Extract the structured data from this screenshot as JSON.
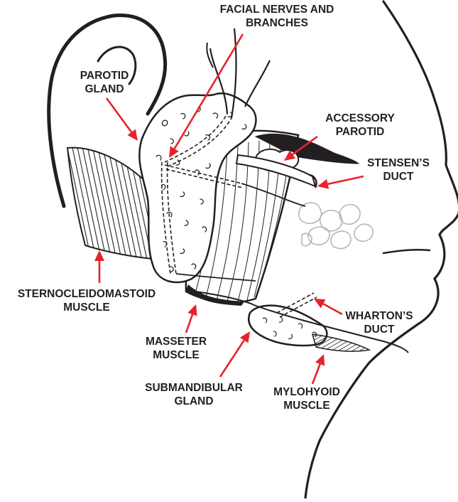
{
  "labels": {
    "facial_nerves": [
      "FACIAL NERVES AND",
      "BRANCHES"
    ],
    "parotid_gland": [
      "PAROTID",
      "GLAND"
    ],
    "accessory_parotid": [
      "ACCESSORY",
      "PAROTID"
    ],
    "stensens_duct": [
      "STENSEN’S",
      "DUCT"
    ],
    "sternocleidomastoid": [
      "STERNOCLEIDOMASTOID",
      "MUSCLE"
    ],
    "whartons_duct": [
      "WHARTON’S",
      "DUCT"
    ],
    "masseter": [
      "MASSETER",
      "MUSCLE"
    ],
    "submandibular": [
      "SUBMANDIBULAR",
      "GLAND"
    ],
    "mylohyoid": [
      "MYLOHYOID",
      "MUSCLE"
    ]
  },
  "colors": {
    "arrow": "#e8212b",
    "ink": "#231f20",
    "fat": "#b5b5b5"
  }
}
